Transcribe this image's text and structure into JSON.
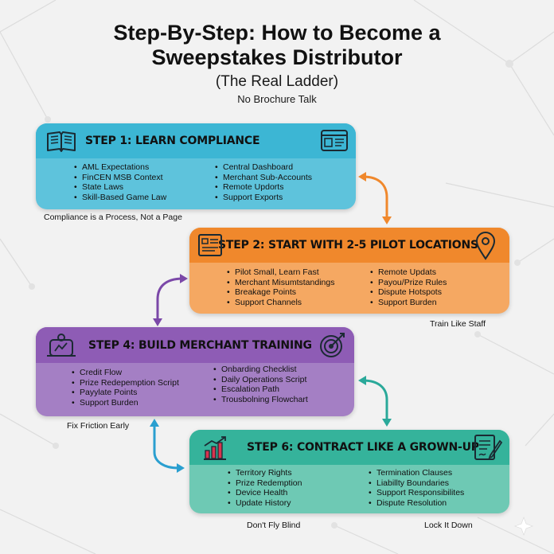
{
  "header": {
    "title_line1": "Step-By-Step: How to Become a",
    "title_line2": "Sweepstakes Distributor",
    "subtitle": "(The Real Ladder)",
    "tagline": "No Brochure Talk"
  },
  "steps": [
    {
      "title": "STEP 1: LEARN COMPLIANCE",
      "left_items": [
        "AML Expectations",
        "FinCEN MSB Context",
        "State Laws",
        "Skill-Based Game Law"
      ],
      "right_items": [
        "Central Dashboard",
        "Merchant Sub-Accounts",
        "Remote Updorts",
        "Support Exports"
      ],
      "note": "Compliance is a Process, Not a Page",
      "icon_left": "book-icon",
      "icon_right": "dashboard-icon",
      "head_color": "#3cb6d4",
      "body_color": "#5ec3dc"
    },
    {
      "title": "STEP 2: START WITH 2-5 PILOT LOCATIONS",
      "left_items": [
        "Pilot Small, Learn Fast",
        "Merchant Misumtstandings",
        "Breakage Points",
        "Support Channels"
      ],
      "right_items": [
        "Remote Updats",
        "Payou/Prize Rules",
        "Dispute Hotspots",
        "Support Burden"
      ],
      "note": "Train Like Staff",
      "icon_left": "checklist-icon",
      "icon_right": "location-pin-icon",
      "head_color": "#f0882c",
      "body_color": "#f5a862"
    },
    {
      "title": "STEP 4:  BUILD MERCHANT TRAINING",
      "left_items": [
        "Credit Flow",
        "Prize Redepemption Script",
        "Payylate Points",
        "Support Burden"
      ],
      "right_items": [
        "Onbarding Checklist",
        "Daily Operations Script",
        "Escalation Path",
        "Trousbolning Flowchart"
      ],
      "note": "Fix Friction Early",
      "icon_left": "training-icon",
      "icon_right": "target-icon",
      "head_color": "#8e5cb5",
      "body_color": "#a47fc4"
    },
    {
      "title": "STEP 6:   CONTRACT LIKE A GROWN-UP",
      "left_items": [
        "Territory Rights",
        "Prize Redemption",
        "Device Health",
        "Update History"
      ],
      "right_items": [
        "Termination Clauses",
        "Liabillty Boundaries",
        "Support Responsibilites",
        "Dispute Resolution"
      ],
      "note_left": "Don't Fly Blind",
      "note_right": "Lock  It Down",
      "icon_left": "growth-chart-icon",
      "icon_right": "contract-icon",
      "head_color": "#35b39b",
      "body_color": "#6ec9b4"
    }
  ],
  "arrow_colors": [
    "#f0882c",
    "#7b48a8",
    "#2aa99a",
    "#2a9fd0"
  ]
}
